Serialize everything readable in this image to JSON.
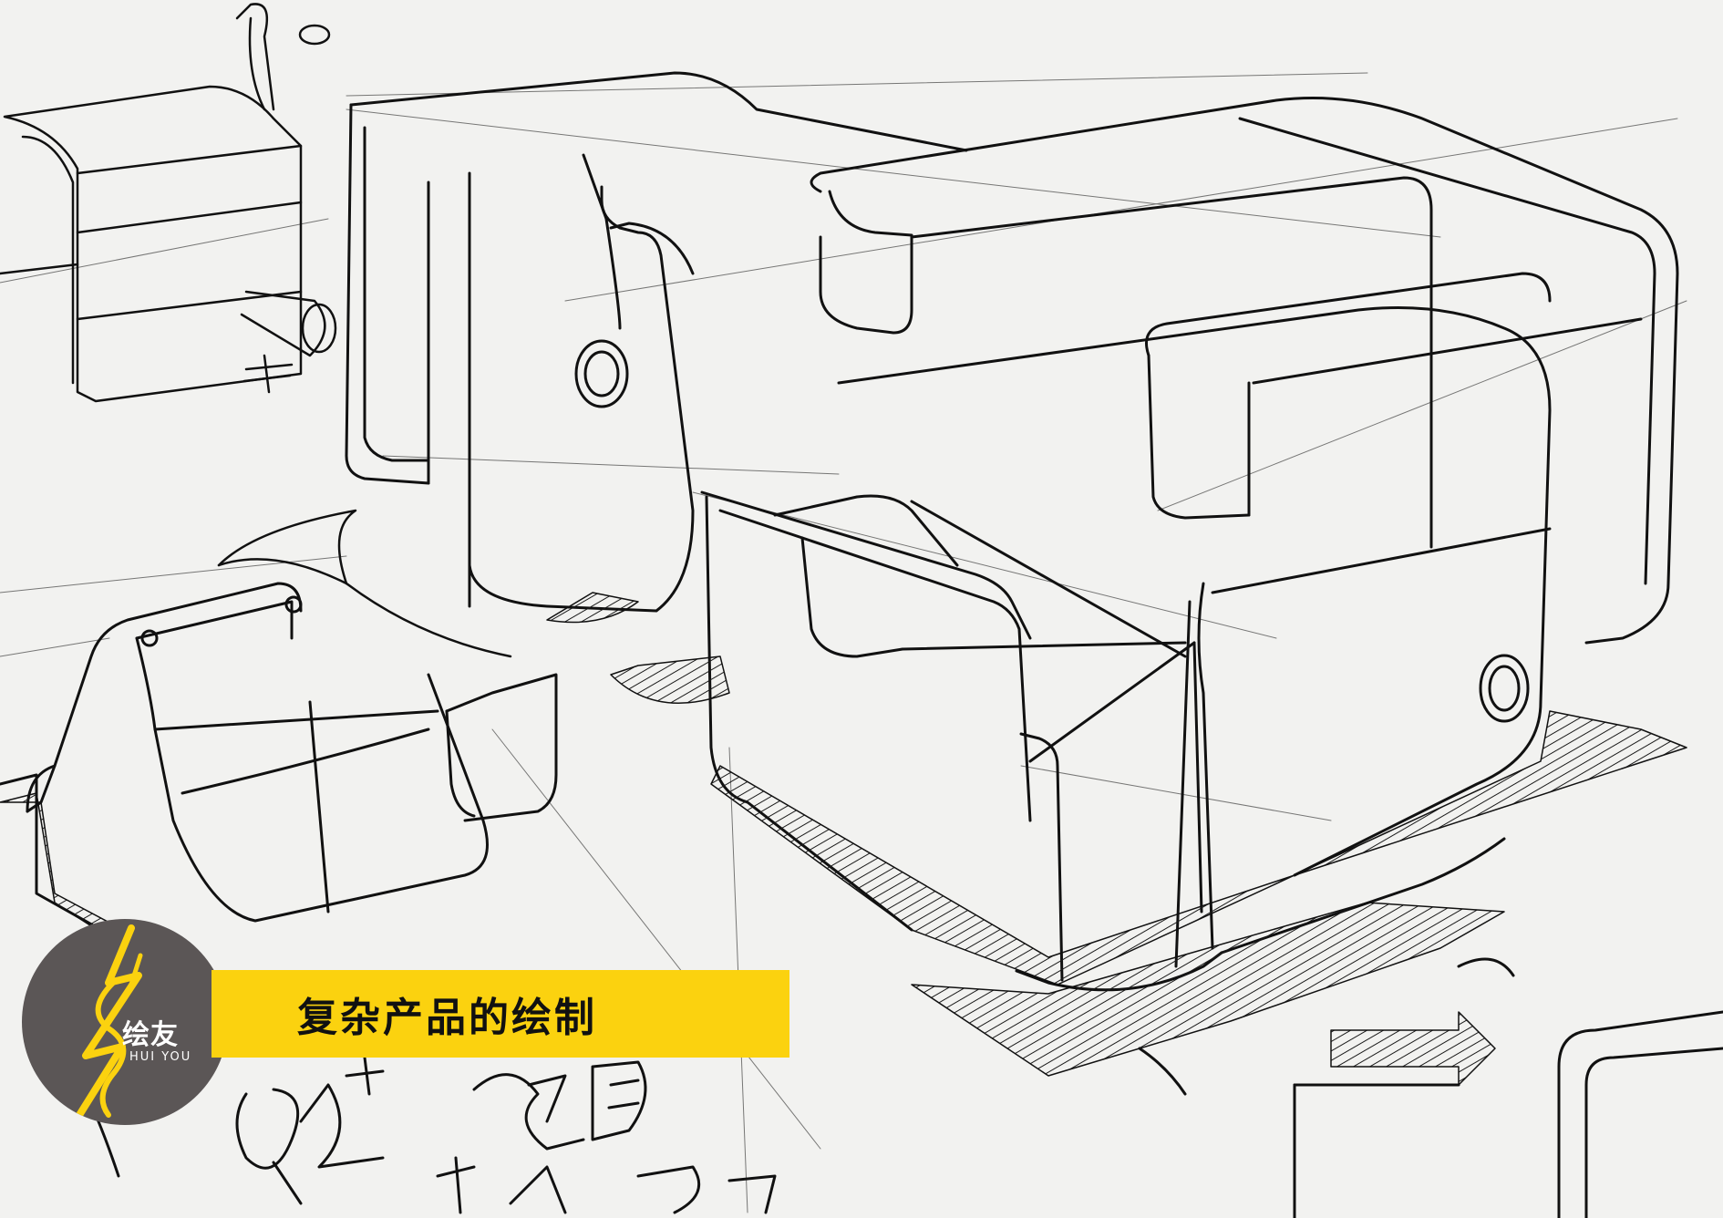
{
  "banner": {
    "title": "复杂产品的绘制"
  },
  "logo": {
    "name_cn": "绘友",
    "name_en": "HUI YOU",
    "accent_color": "#fbd20f",
    "badge_color": "#5b5656"
  },
  "colors": {
    "paper": "#f2f2f0",
    "ink": "#111111"
  }
}
